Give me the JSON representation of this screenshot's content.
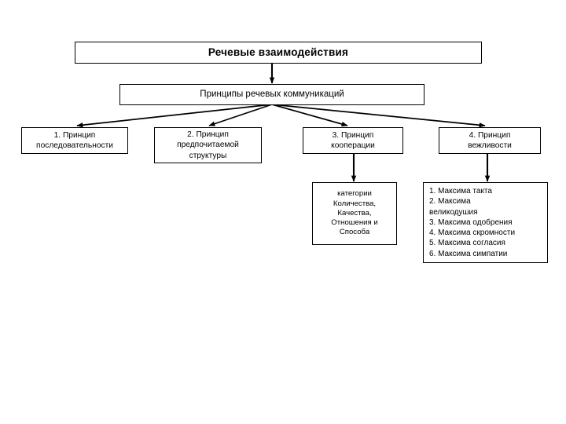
{
  "diagram": {
    "title_box": {
      "label": "Речевые взаимодействия"
    },
    "subtitle_box": {
      "label": "Принципы речевых коммуникаций"
    },
    "principles": [
      {
        "line1": "1. Принцип",
        "line2": "последовательности",
        "line3": ""
      },
      {
        "line1": "2. Принцип",
        "line2": "предпочитаемой",
        "line3": "структуры"
      },
      {
        "line1": "3. Принцип",
        "line2": "кооперации",
        "line3": ""
      },
      {
        "line1": "4. Принцип",
        "line2": "вежливости",
        "line3": ""
      }
    ],
    "cooperation_detail": {
      "line1": "категории",
      "line2": "Количества,",
      "line3": "Качества,",
      "line4": "Отношения и",
      "line5": "Способа"
    },
    "politeness_maxims": [
      "1. Максима такта",
      "2. Максима",
      "великодушия",
      "3. Максима одобрения",
      "4. Максима скромности",
      "5. Максима согласия",
      "6. Максима симпатии"
    ],
    "colors": {
      "border": "#000000",
      "background": "#ffffff",
      "text": "#000000",
      "connector": "#000000"
    }
  }
}
